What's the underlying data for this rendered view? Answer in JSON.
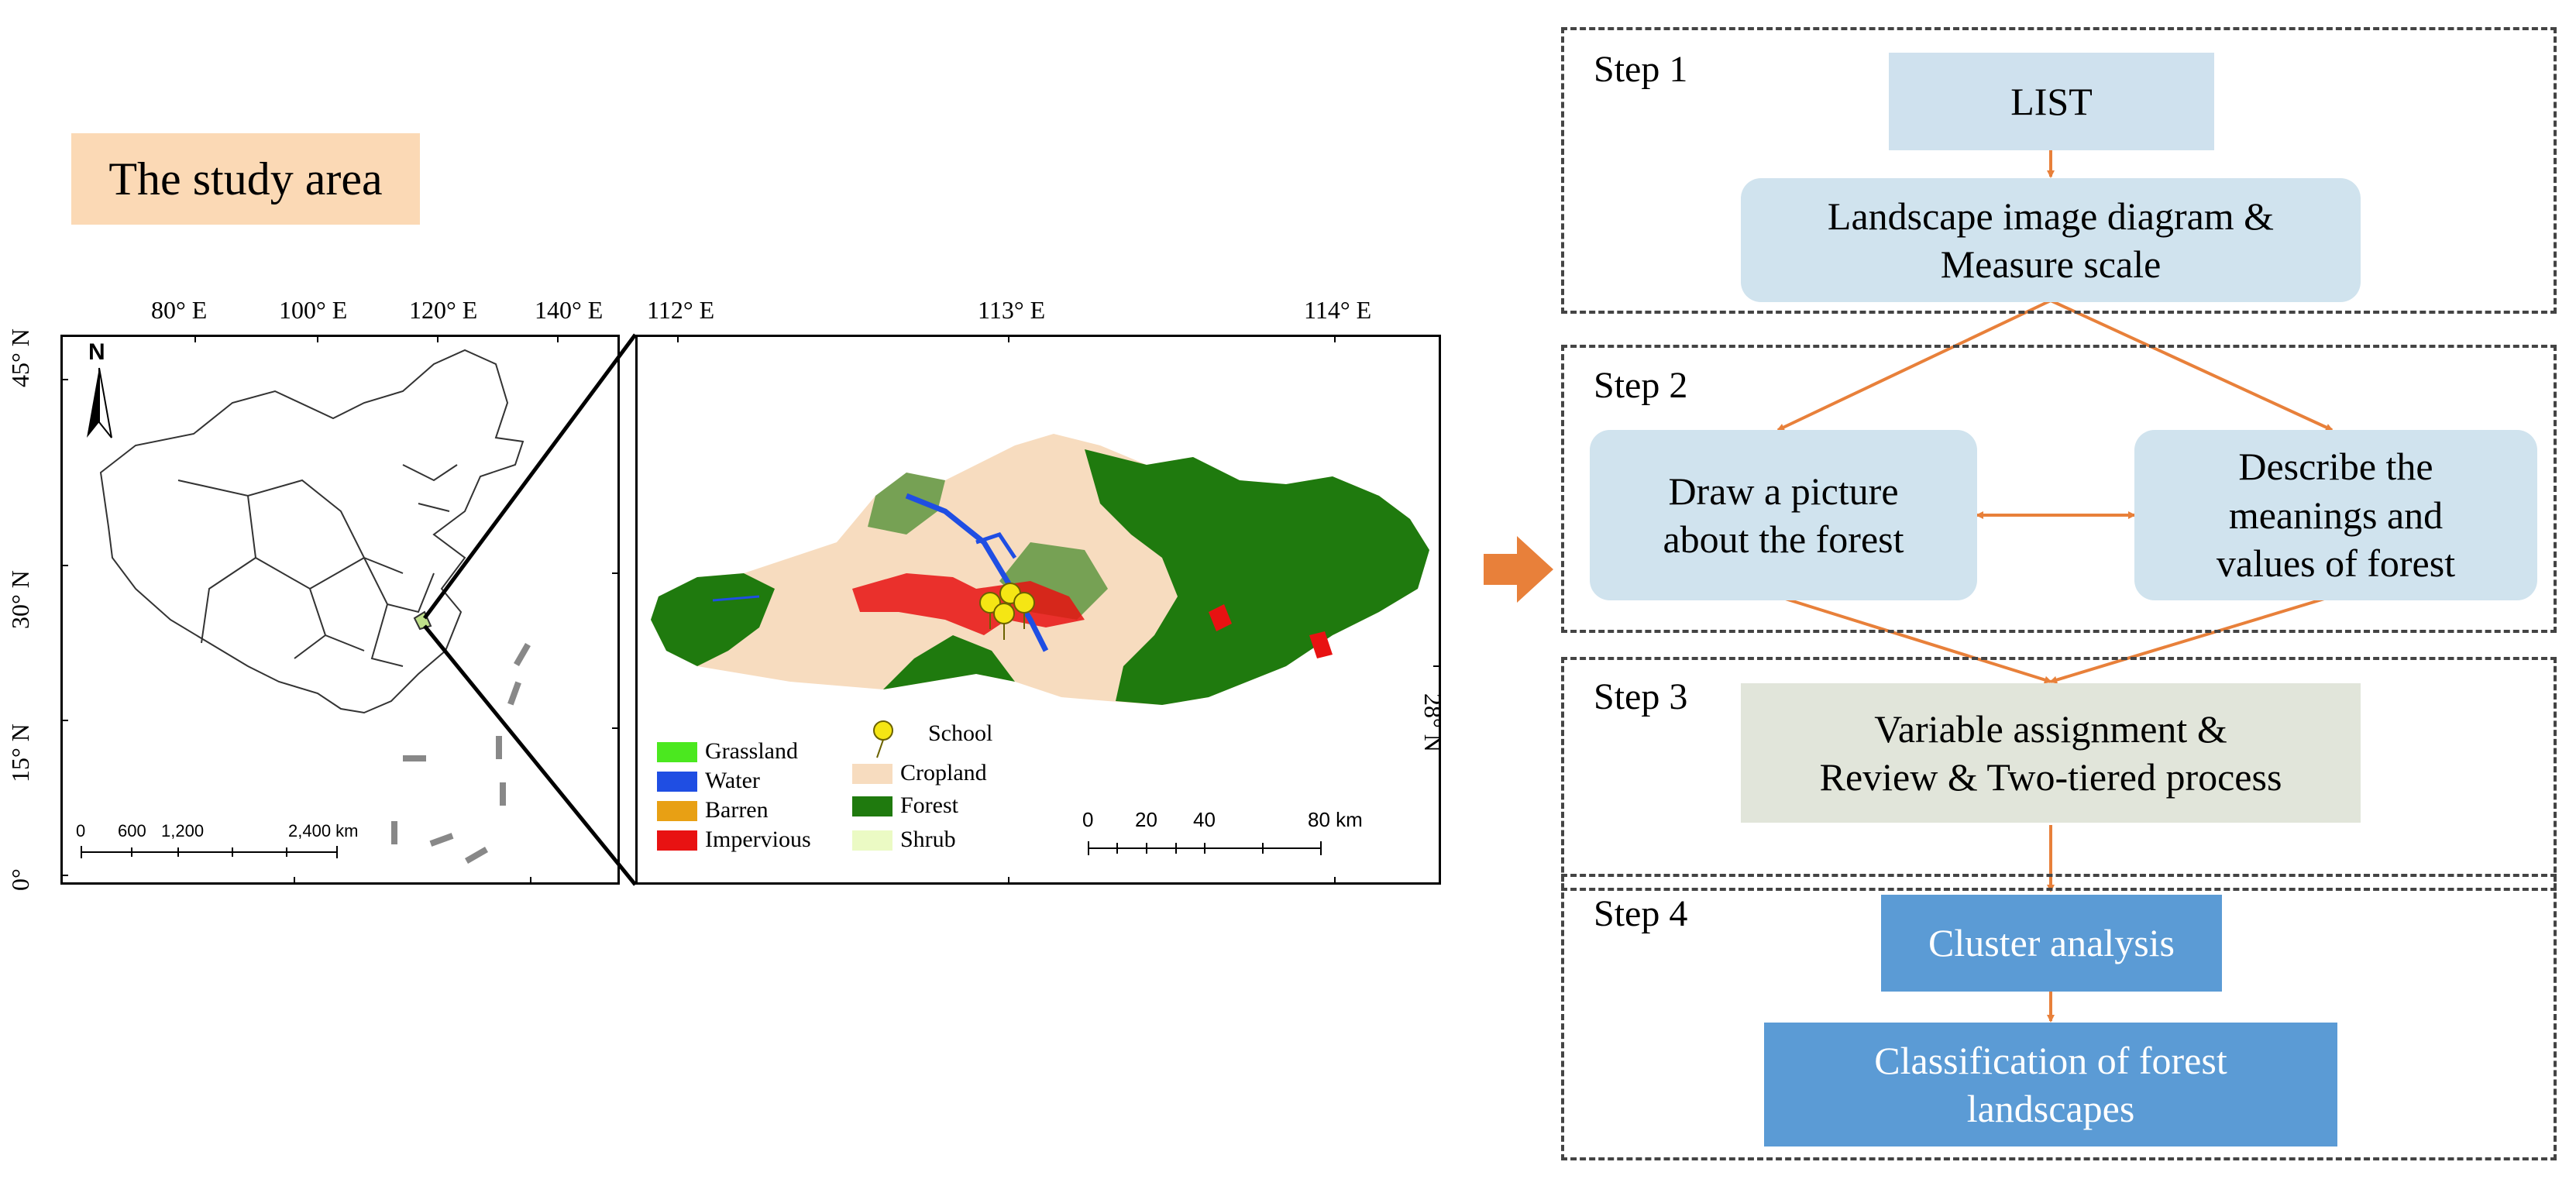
{
  "study_area": {
    "title": "The study area",
    "china_map": {
      "x_ticks": [
        "80° E",
        "100° E",
        "120° E",
        "140° E"
      ],
      "y_ticks": [
        "45° N",
        "30° N",
        "15° N",
        "0°"
      ],
      "north": "N",
      "scale_ticks": [
        "0",
        "600",
        "1,200",
        "2,400 km"
      ]
    },
    "region_map": {
      "x_ticks": [
        "112° E",
        "113° E",
        "114° E"
      ],
      "y_tick": "28° N",
      "scale_ticks": [
        "0",
        "20",
        "40",
        "80 km"
      ],
      "legend": {
        "left": [
          {
            "label": "Grassland",
            "color": "#4be81f"
          },
          {
            "label": "Water",
            "color": "#1f4ee3"
          },
          {
            "label": "Barren",
            "color": "#e8a014"
          },
          {
            "label": "Impervious",
            "color": "#e81212"
          }
        ],
        "right": [
          {
            "label": "School",
            "icon": "pushpin-icon",
            "color": "#f5e614"
          },
          {
            "label": "Cropland",
            "color": "#f7dcbf"
          },
          {
            "label": "Forest",
            "color": "#1f7a0e"
          },
          {
            "label": "Shrub",
            "color": "#ebfac4"
          }
        ]
      }
    }
  },
  "workflow": {
    "steps": [
      {
        "label": "Step 1"
      },
      {
        "label": "Step 2"
      },
      {
        "label": "Step 3"
      },
      {
        "label": "Step 4"
      }
    ],
    "nodes": {
      "list": "LIST",
      "landscape_line1": "Landscape image diagram &",
      "landscape_line2": "Measure scale",
      "draw_line1": "Draw a picture",
      "draw_line2": "about the forest",
      "describe_line1": "Describe the",
      "describe_line2": "meanings and",
      "describe_line3": "values of forest",
      "variable_line1": "Variable assignment &",
      "variable_line2": "Review &  Two-tiered process",
      "cluster": "Cluster analysis",
      "classification_line1": "Classification of forest",
      "classification_line2": "landscapes"
    },
    "colors": {
      "arrow": "#e8803a",
      "light_node": "#d0e3ee",
      "gray_node": "#e1e5da",
      "blue_node": "#5b9bd5"
    }
  }
}
